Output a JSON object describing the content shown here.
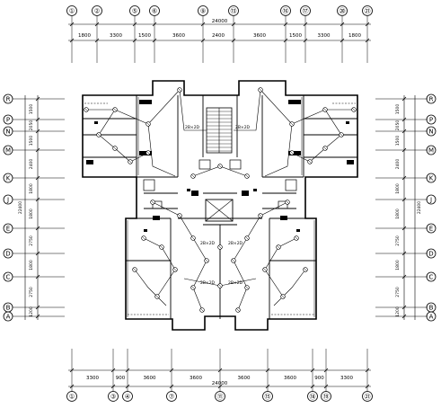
{
  "drawing": {
    "type": "residential floor plan — electrical lighting layout",
    "colors": {
      "line": "#000000",
      "wall": "#000000",
      "background": "#ffffff"
    }
  },
  "top": {
    "overall": "24000",
    "axes": [
      "①",
      "②",
      "⑤",
      "⑥",
      "⑨",
      "⑬",
      "⑯",
      "⑰",
      "⑳",
      "㉑"
    ],
    "dims": [
      "1800",
      "3300",
      "1500",
      "3600",
      "2400",
      "3600",
      "1500",
      "3300",
      "1800"
    ]
  },
  "bottom": {
    "overall": "24000",
    "axes": [
      "①",
      "③",
      "④",
      "⑦",
      "⑪",
      "⑮",
      "⑱",
      "⑲",
      "㉑"
    ],
    "dims": [
      "3300",
      "900",
      "3600",
      "3600",
      "3600",
      "3600",
      "900",
      "3300"
    ]
  },
  "left": {
    "overall": "22400",
    "axes": [
      "R",
      "P",
      "N",
      "M",
      "K",
      "J",
      "E",
      "D",
      "C",
      "B",
      "A"
    ],
    "dims": [
      "1500",
      "2050",
      "1500",
      "2400",
      "1800",
      "1800",
      "2750",
      "1800",
      "2750",
      "1200"
    ]
  },
  "right": {
    "overall": "22400",
    "axes": [
      "R",
      "P",
      "N",
      "M",
      "K",
      "J",
      "E",
      "D",
      "C",
      "B",
      "A"
    ],
    "dims": [
      "1500",
      "2050",
      "1500",
      "2400",
      "1800",
      "1800",
      "2750",
      "1800",
      "2750",
      "1200"
    ]
  },
  "wire_tags": [
    "2B×2D",
    "2B×2D",
    "2B×2D",
    "2B×2D",
    "2B×2D",
    "2B×2D"
  ]
}
